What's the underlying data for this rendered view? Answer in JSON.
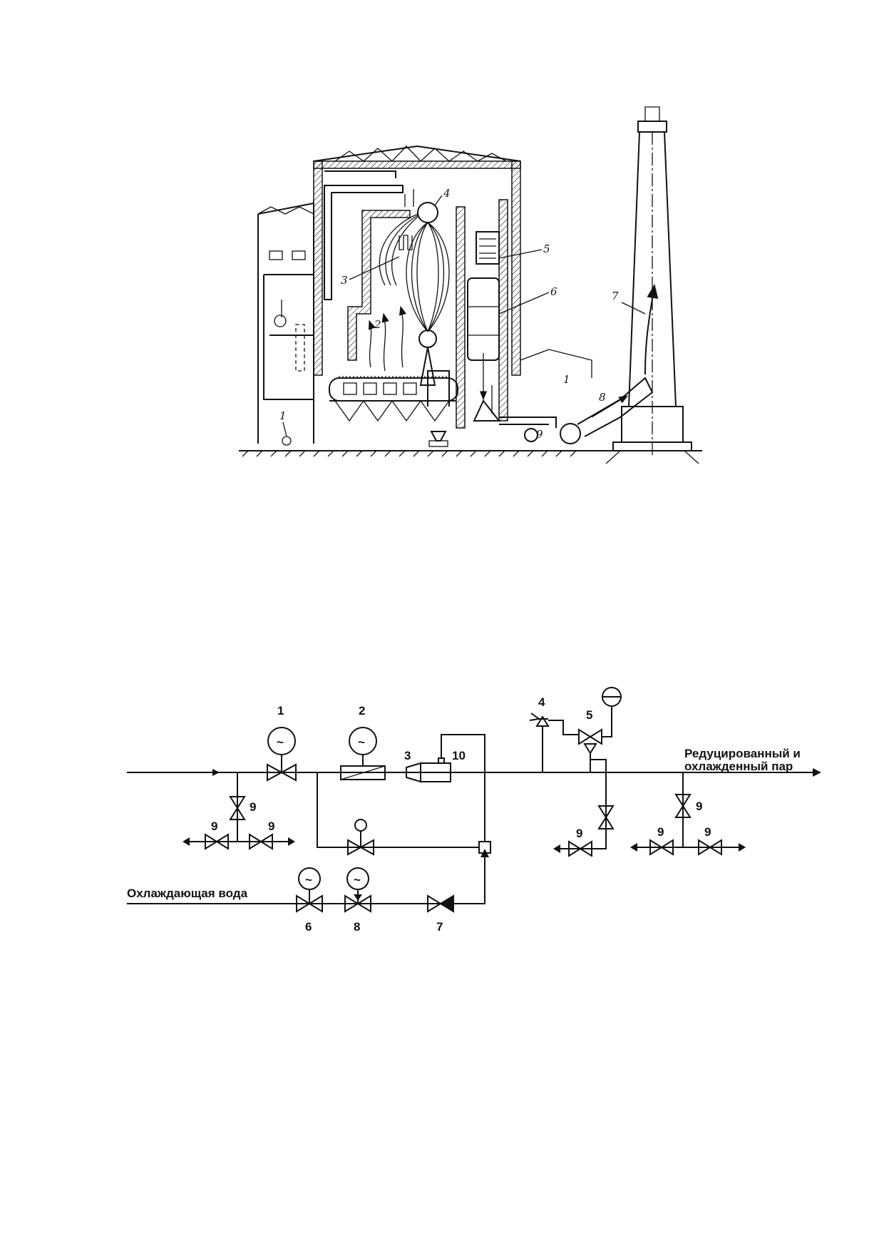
{
  "boiler_figure": {
    "labels": [
      "1",
      "2",
      "3",
      "4",
      "5",
      "6",
      "7",
      "8",
      "9",
      "1"
    ]
  },
  "roy_scheme": {
    "numbers": {
      "n1": "1",
      "n2": "2",
      "n3": "3",
      "n4": "4",
      "n5": "5",
      "n6": "6",
      "n7": "7",
      "n8": "8",
      "n10": "10",
      "n9": "9"
    },
    "steam_out_label_line1": "Редуцированный и",
    "steam_out_label_line2": "охлажденный пар",
    "cooling_water_label": "Охлаждающая вода",
    "actuator_glyph": "~"
  }
}
